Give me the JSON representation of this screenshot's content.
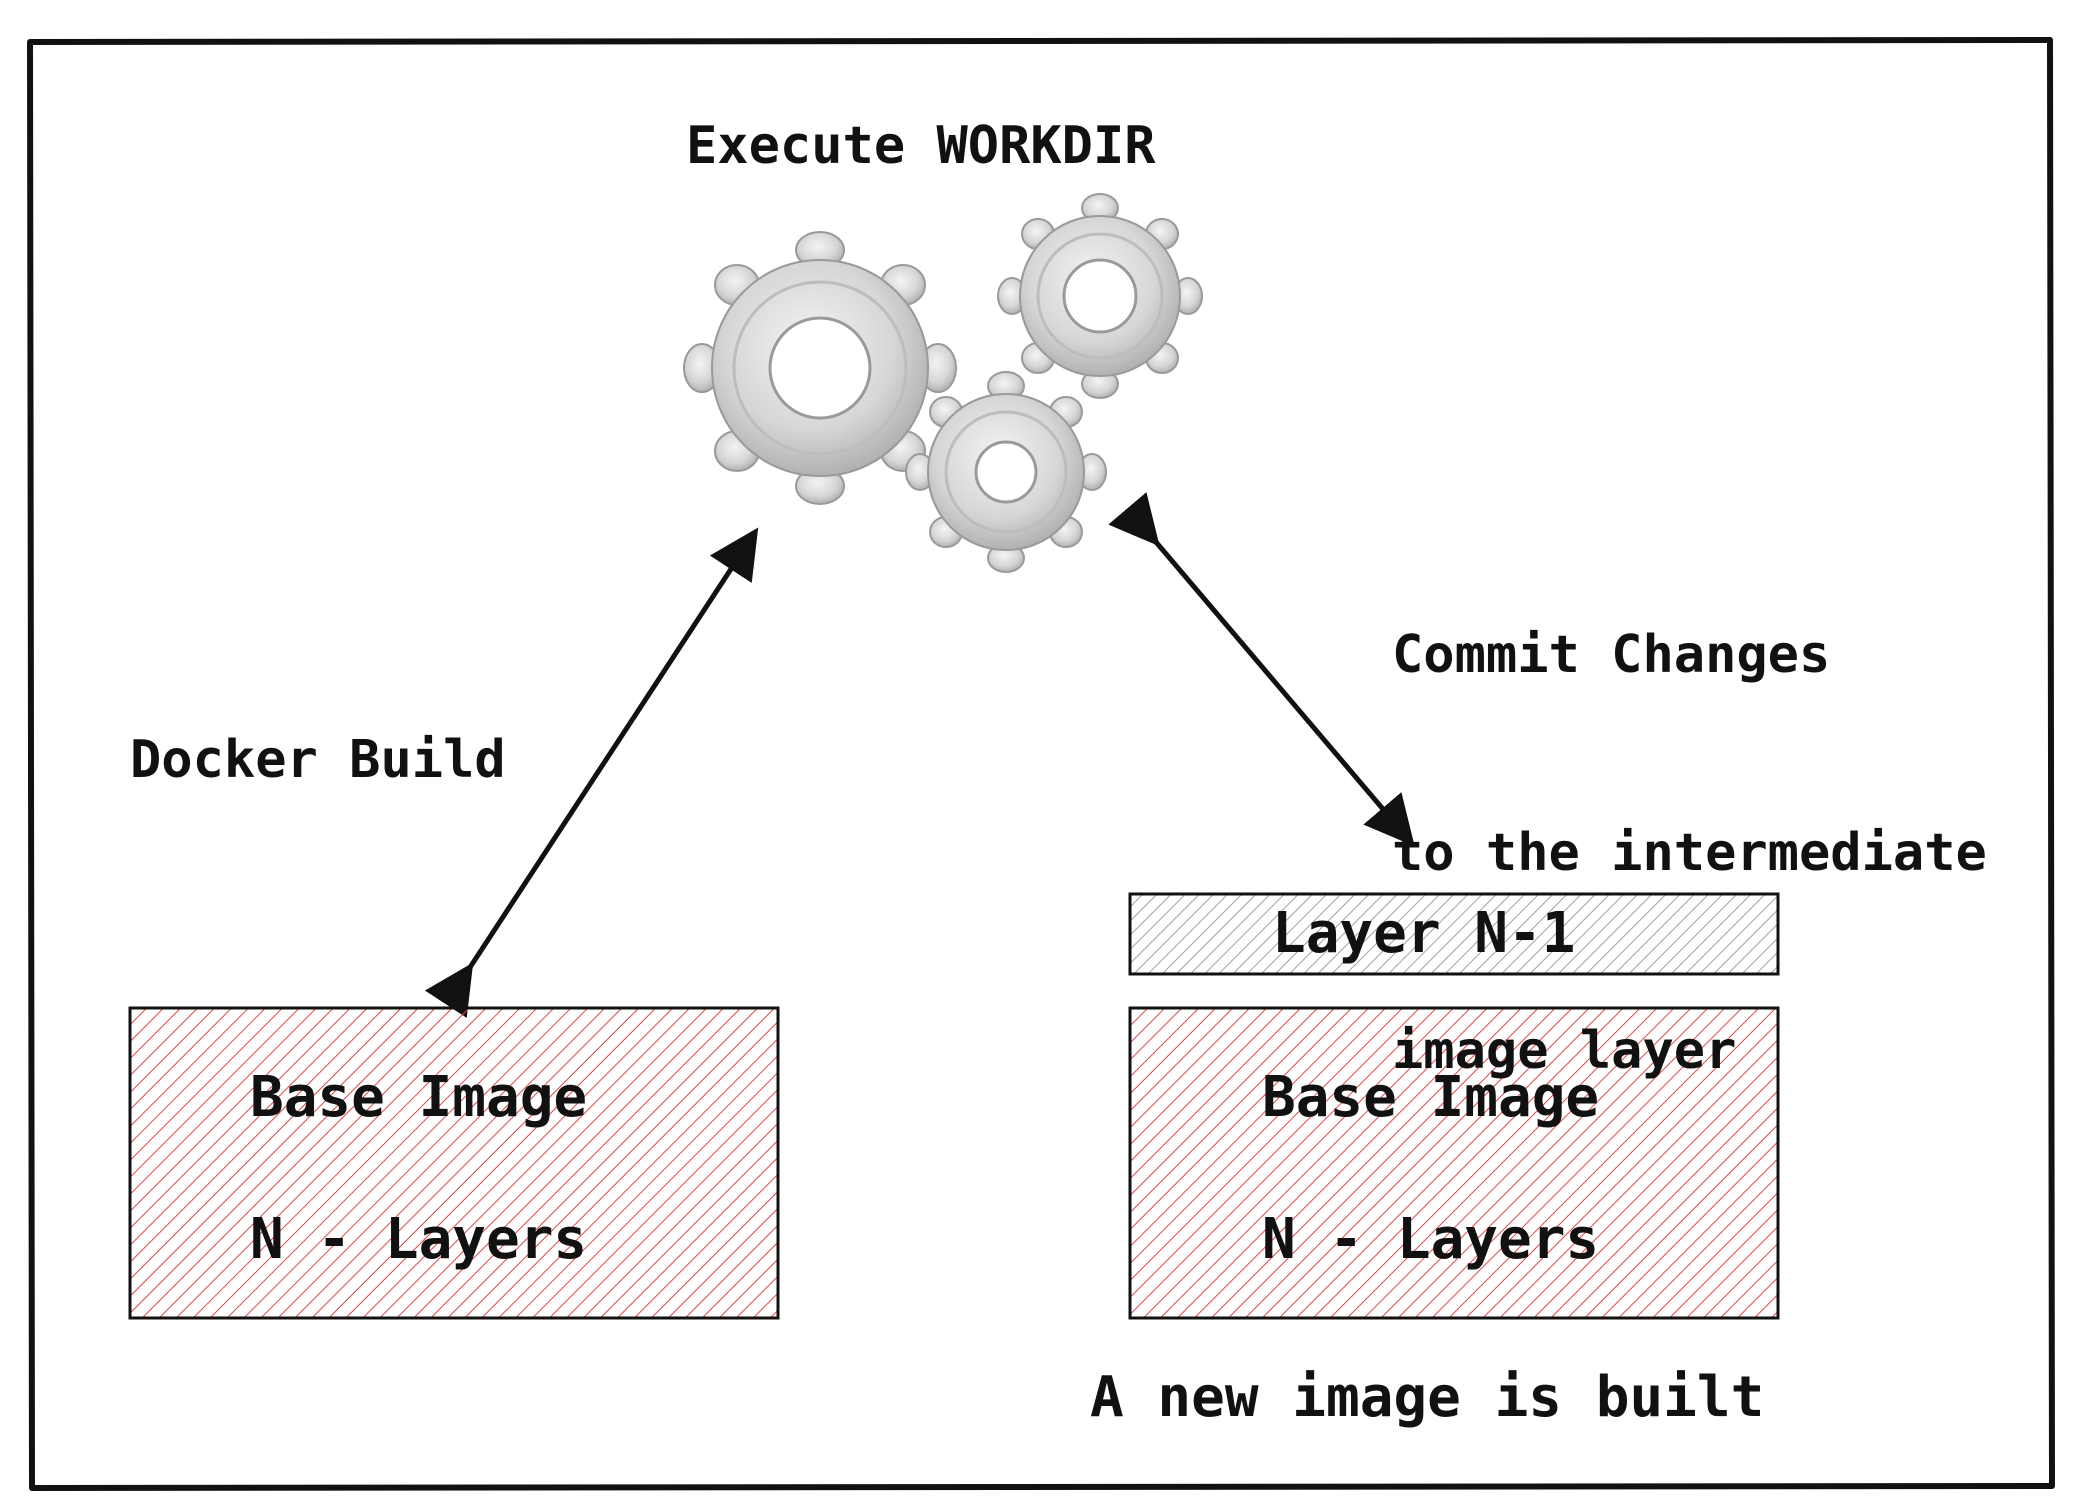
{
  "diagram": {
    "title": "Execute WORKDIR",
    "docker_build_label": "Docker Build",
    "commit_label": {
      "lines": [
        "Commit Changes",
        "to the intermediate",
        "image layer"
      ]
    },
    "left_stack": {
      "base_box": {
        "line1": "Base Image",
        "line2": "N - Layers"
      }
    },
    "right_stack": {
      "layer_box": {
        "label": "Layer N-1"
      },
      "base_box": {
        "line1": "Base Image",
        "line2": "N - Layers"
      }
    },
    "result_label": "A new image is built",
    "gears_icon": "gears-icon",
    "colors": {
      "base_hatch": "#e0464a",
      "layer_hatch": "#888888",
      "stroke": "#111111"
    }
  }
}
